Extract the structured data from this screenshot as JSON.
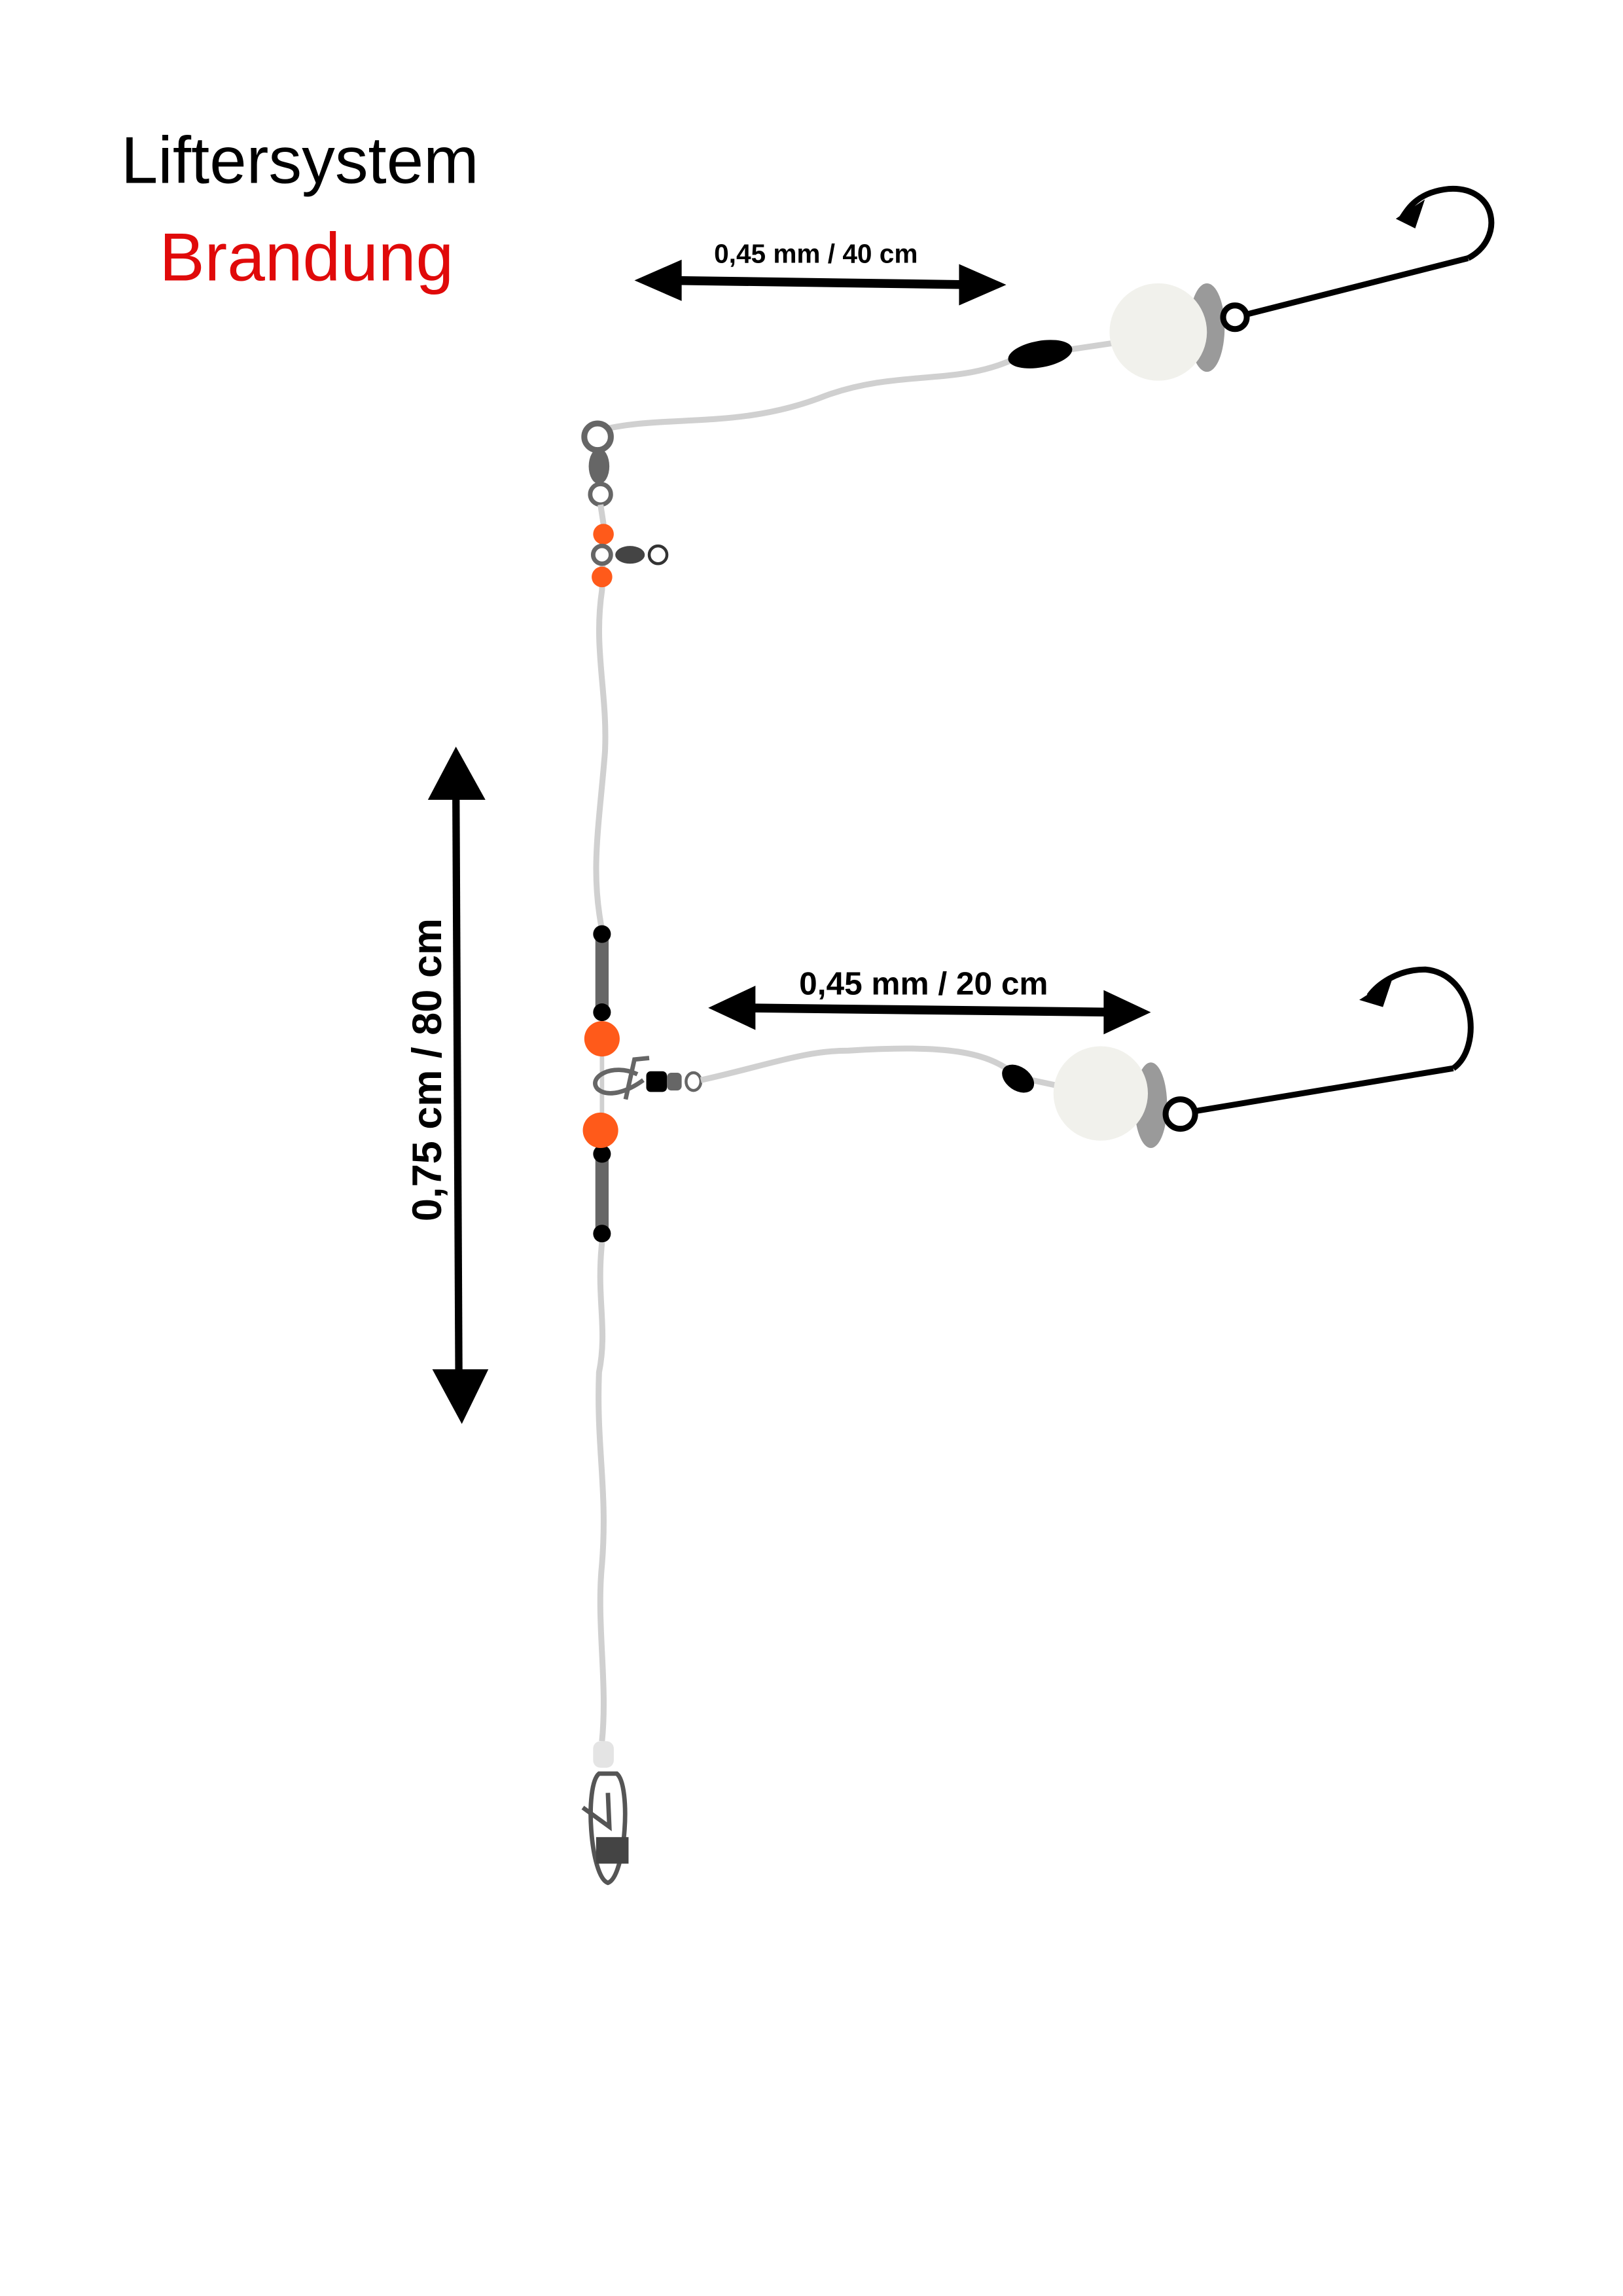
{
  "title": "Liftersystem",
  "subtitle": "Brandung",
  "colors": {
    "title": "#000000",
    "subtitle": "#e00a0a",
    "line": "#d0d0d0",
    "bead_orange": "#ff5a1a",
    "tube": "#666666",
    "pearl": "#f1f1ec"
  },
  "labels": {
    "upper_snood": "0,45 mm / 40 cm",
    "lower_snood": "0,45 mm / 20 cm",
    "main_line": "0,75 cm / 80 cm"
  },
  "icons": [
    "hook-icon",
    "swivel-icon",
    "bead-icon",
    "pearl-icon",
    "clip-icon",
    "double-arrow-icon"
  ]
}
